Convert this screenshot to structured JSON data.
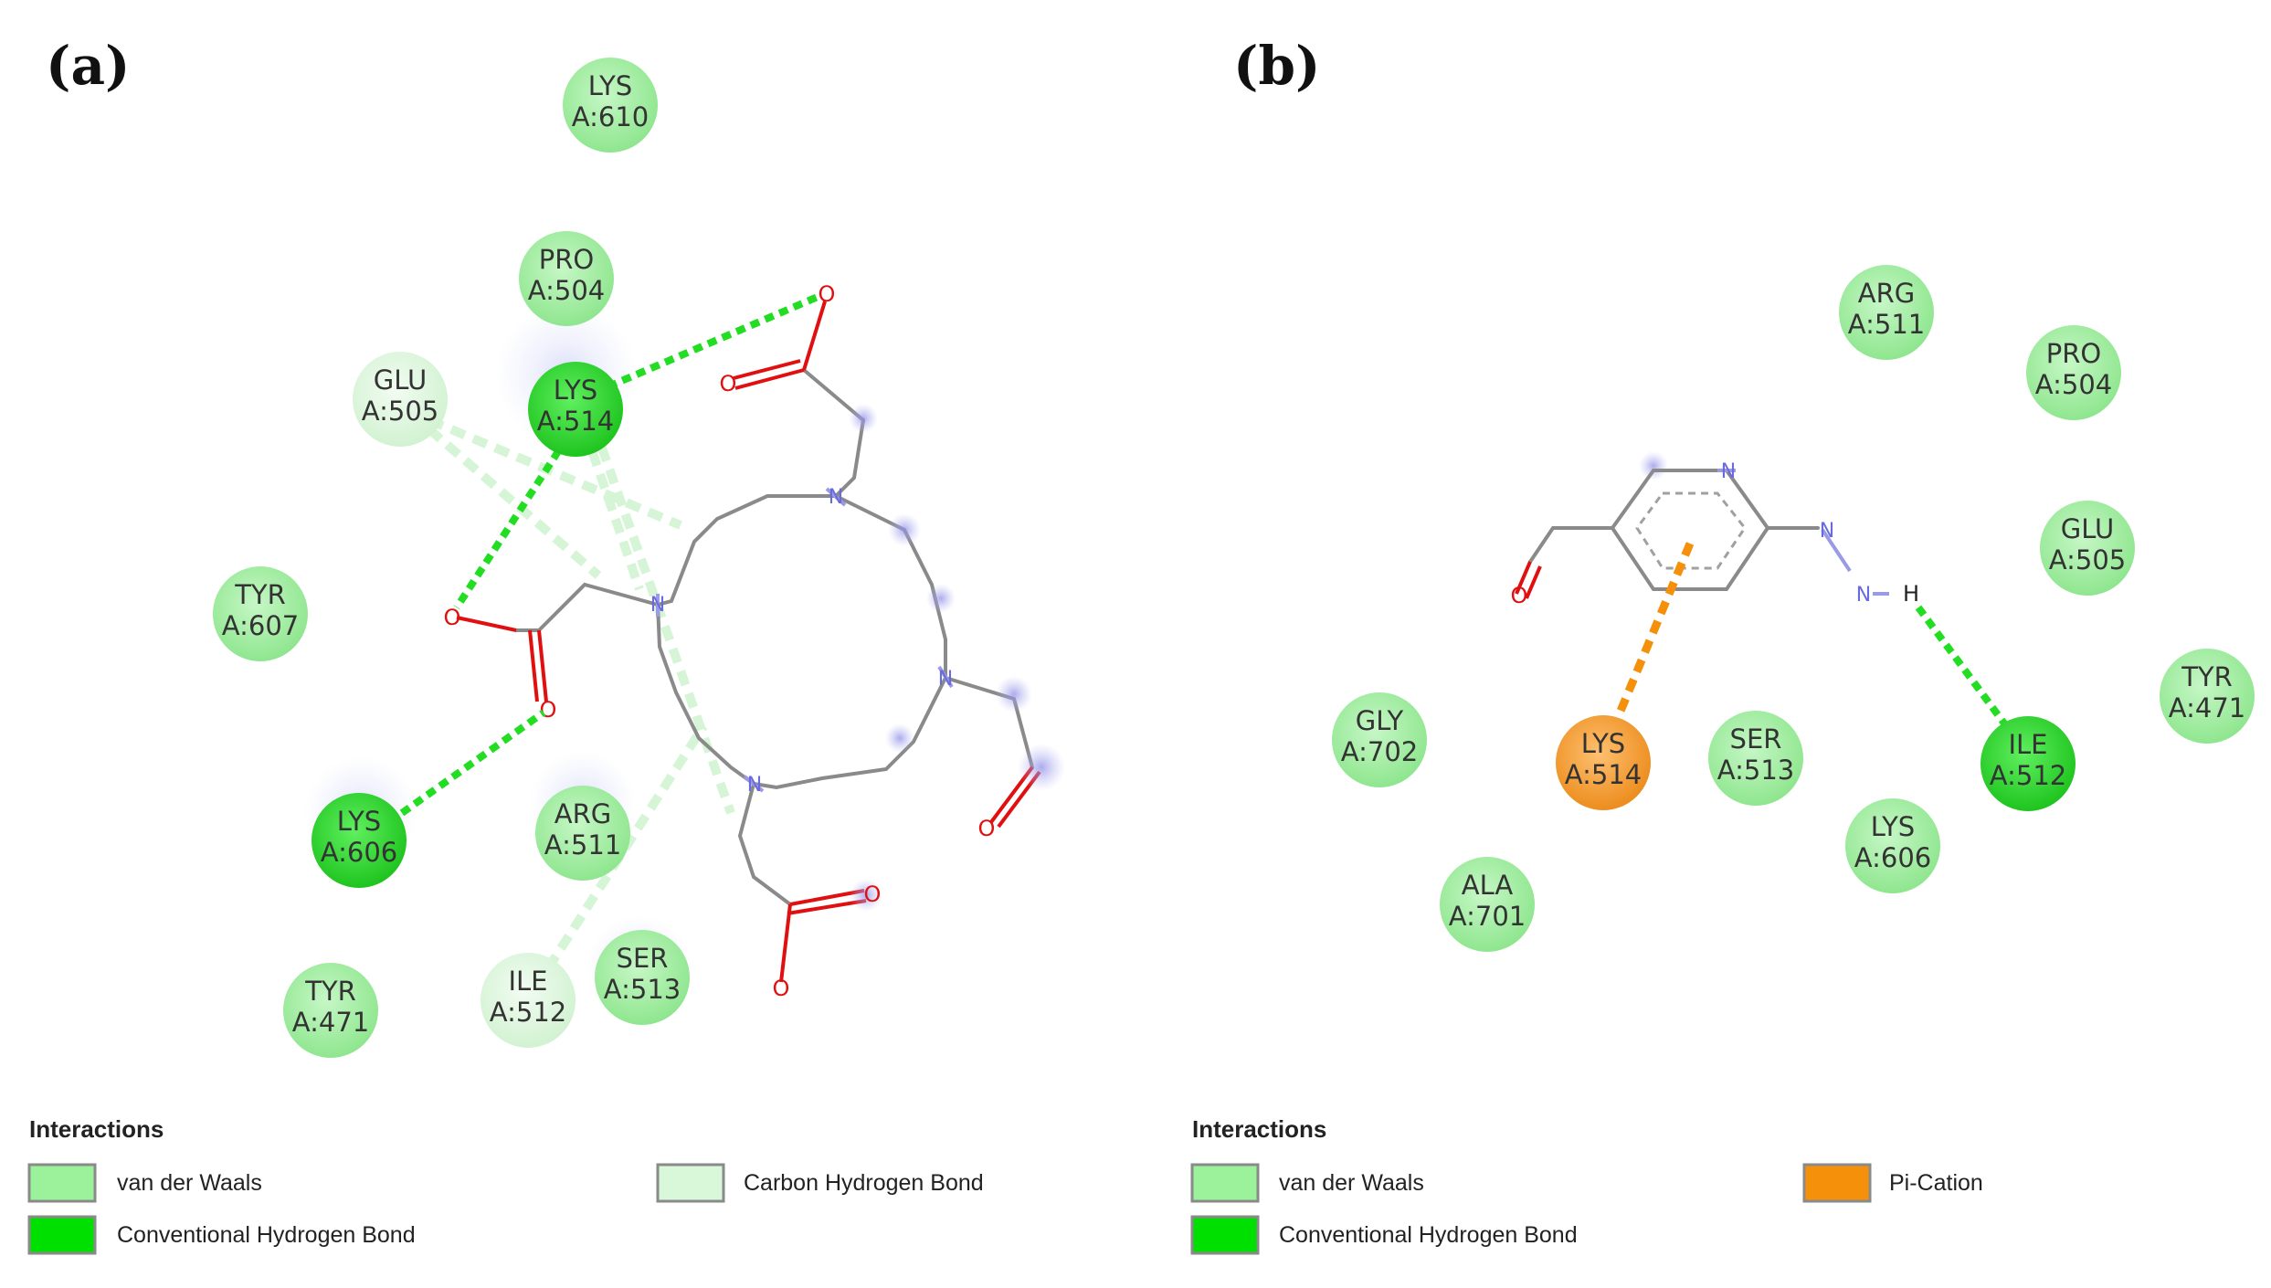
{
  "panels": [
    {
      "label": "(a)",
      "residues": [
        {
          "name": "LYS",
          "id": "A:610",
          "type": "vdw"
        },
        {
          "name": "PRO",
          "id": "A:504",
          "type": "vdw"
        },
        {
          "name": "LYS",
          "id": "A:514",
          "type": "hbond"
        },
        {
          "name": "GLU",
          "id": "A:505",
          "type": "chbond"
        },
        {
          "name": "TYR",
          "id": "A:607",
          "type": "vdw"
        },
        {
          "name": "LYS",
          "id": "A:606",
          "type": "hbond"
        },
        {
          "name": "ARG",
          "id": "A:511",
          "type": "vdw"
        },
        {
          "name": "TYR",
          "id": "A:471",
          "type": "vdw"
        },
        {
          "name": "ILE",
          "id": "A:512",
          "type": "chbond"
        },
        {
          "name": "SER",
          "id": "A:513",
          "type": "vdw"
        }
      ],
      "legend": {
        "title": "Interactions",
        "items": [
          {
            "label": "van der Waals",
            "color": "#9bf29b"
          },
          {
            "label": "Carbon Hydrogen Bond",
            "color": "#d9f7d9"
          },
          {
            "label": "Conventional Hydrogen Bond",
            "color": "#00e000"
          }
        ]
      }
    },
    {
      "label": "(b)",
      "residues": [
        {
          "name": "ARG",
          "id": "A:511",
          "type": "vdw"
        },
        {
          "name": "PRO",
          "id": "A:504",
          "type": "vdw"
        },
        {
          "name": "GLU",
          "id": "A:505",
          "type": "vdw"
        },
        {
          "name": "TYR",
          "id": "A:471",
          "type": "vdw"
        },
        {
          "name": "GLY",
          "id": "A:702",
          "type": "vdw"
        },
        {
          "name": "LYS",
          "id": "A:514",
          "type": "pication"
        },
        {
          "name": "SER",
          "id": "A:513",
          "type": "vdw"
        },
        {
          "name": "ILE",
          "id": "A:512",
          "type": "hbond"
        },
        {
          "name": "LYS",
          "id": "A:606",
          "type": "vdw"
        },
        {
          "name": "ALA",
          "id": "A:701",
          "type": "vdw"
        }
      ],
      "legend": {
        "title": "Interactions",
        "items": [
          {
            "label": "van der Waals",
            "color": "#9bf29b"
          },
          {
            "label": "Pi-Cation",
            "color": "#f5900a"
          },
          {
            "label": "Conventional Hydrogen Bond",
            "color": "#00e000"
          }
        ]
      }
    }
  ],
  "atoms": {
    "oxygen": "O",
    "nitrogen": "N",
    "hydrogen": "H"
  },
  "colors": {
    "vdw": "#a6f0a6",
    "chbond": "#e0f8e0",
    "hbond": "#22dd22",
    "pication": "#f5a030",
    "interaction_hbond": "#22dd22",
    "interaction_chbond": "#d6f5d6",
    "interaction_pication": "#f5900a"
  }
}
